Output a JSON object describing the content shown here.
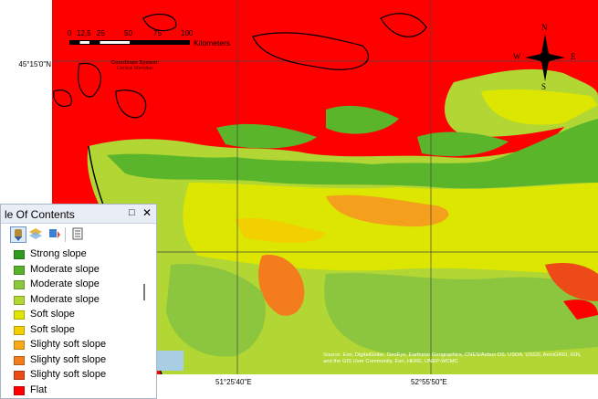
{
  "map": {
    "lat_label": "45°15'0\"N",
    "lon_labels": [
      "51°25'40\"E",
      "52°55'50\"E"
    ],
    "scale_ticks": [
      "0",
      "12,5",
      "25",
      "50",
      "75",
      "100"
    ],
    "scale_unit": "Kilometers",
    "coordinate_system": {
      "title": "Coordinate System:",
      "name": "Central Meridian"
    },
    "compass": {
      "n": "N",
      "s": "S",
      "e": "E",
      "w": "W"
    },
    "attribution": "Source: Esri, DigitalGlobe, GeoEye, Earthstar Geographics, CNES/Airbus DS, USDA, USGS, AeroGRID, IGN, and the GIS User Community, Esri, HERE, UNEP-WCMC",
    "colors": {
      "flat": "#ff0000",
      "sea": "#a9cde3",
      "strong": "#2f9e1f",
      "moderate": "#5bb52a",
      "soft": "#dce600",
      "slighty_soft": "#f4a01c"
    }
  },
  "toc": {
    "title": "le Of Contents",
    "float_icon": "□",
    "close_icon": "✕",
    "toolbar": [
      "list-by-drawing-order-icon",
      "list-by-source-icon",
      "list-by-visibility-icon",
      "options-icon"
    ],
    "items": [
      {
        "label": "Strong slope",
        "color": "#2e9a1e"
      },
      {
        "label": "Moderate slope",
        "color": "#57b22b"
      },
      {
        "label": "Moderate slope",
        "color": "#8cc63e"
      },
      {
        "label": "Moderate slope",
        "color": "#b2d633"
      },
      {
        "label": "Soft slope",
        "color": "#e0e600"
      },
      {
        "label": "Soft slope",
        "color": "#f2d000"
      },
      {
        "label": "Slighty soft slope",
        "color": "#f8a91b"
      },
      {
        "label": "Slighty soft slope",
        "color": "#f37c1c"
      },
      {
        "label": "Slighty soft slope",
        "color": "#ec4a17"
      },
      {
        "label": "Flat",
        "color": "#ff0000"
      }
    ]
  }
}
